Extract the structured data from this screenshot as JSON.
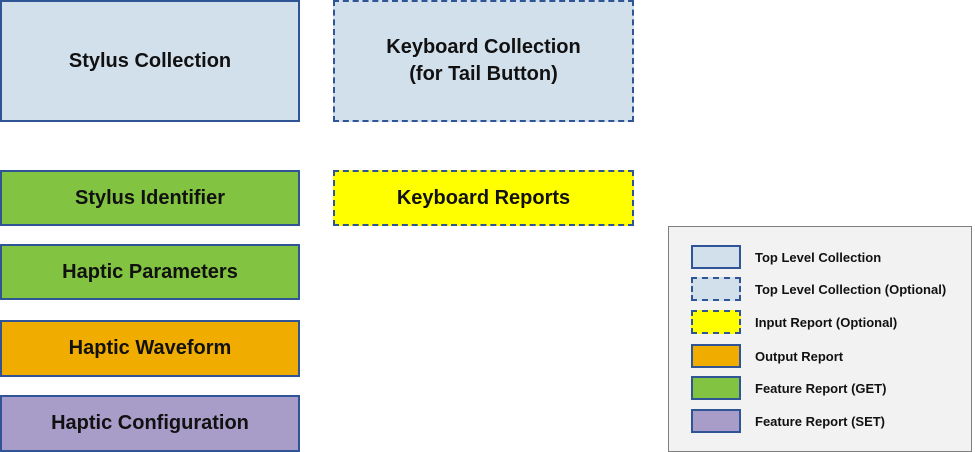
{
  "diagram": {
    "stylus_collection": "Stylus Collection",
    "keyboard_collection_line1": "Keyboard Collection",
    "keyboard_collection_line2": "(for Tail Button)",
    "stylus_identifier": "Stylus Identifier",
    "keyboard_reports": "Keyboard Reports",
    "haptic_parameters": "Haptic Parameters",
    "haptic_waveform": "Haptic Waveform",
    "haptic_configuration": "Haptic Configuration"
  },
  "legend": {
    "items": [
      {
        "label": "Top Level Collection",
        "color": "#d2e0ec",
        "border": "solid"
      },
      {
        "label": "Top Level Collection (Optional)",
        "color": "#d2e0ec",
        "border": "dashed"
      },
      {
        "label": "Input Report (Optional)",
        "color": "#ffff00",
        "border": "dashed"
      },
      {
        "label": "Output Report",
        "color": "#f0ad00",
        "border": "solid"
      },
      {
        "label": "Feature Report (GET)",
        "color": "#82c341",
        "border": "solid"
      },
      {
        "label": "Feature Report (SET)",
        "color": "#a89cc8",
        "border": "solid"
      }
    ]
  },
  "colors": {
    "border": "#2f5597",
    "top_level_collection": "#d2e0ec",
    "input_report": "#ffff00",
    "output_report": "#f0ad00",
    "feature_get": "#82c341",
    "feature_set": "#a89cc8"
  }
}
